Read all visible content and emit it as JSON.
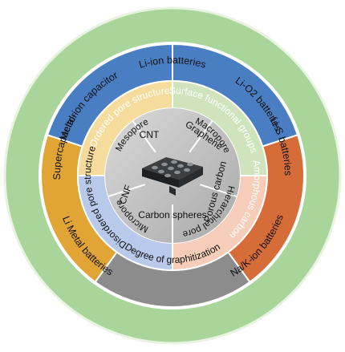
{
  "colors": {
    "outer_ring": "#a9d59a",
    "outer_ring_stroke": "#ffffff",
    "center_disk": "#bdbdbd",
    "blue": "#4a7ec3",
    "gold": "#e0a534",
    "green": "#6aa850",
    "orange": "#d66c38",
    "gray": "#8c8c8c",
    "purple_blue": "#5a6cbf",
    "light_gold": "#f6dc9c",
    "light_green": "#cfe4bd",
    "light_peach": "#f6cdb8",
    "light_blue": "#b9c9ea"
  },
  "outer_applications": [
    "Li-ion batteries",
    "Li-O2 batteries",
    "Li-S batteries",
    "Li Metal batteries",
    "Na/K-ion batteries",
    "Supercapacitor",
    "Metal-ion capacitor"
  ],
  "structure_features": [
    "Surface functional groups",
    "Amorphous carbon",
    "Degree of graphitization",
    "Disordered pore structure",
    "Ordered pore structure"
  ],
  "pore_types": [
    "Macropore",
    "Hierarchical pore",
    "Micropore",
    "Mesopore"
  ],
  "carbon_materials": [
    "CNT",
    "Graphene",
    "Porous carbon",
    "Carbon spheres",
    "CNF"
  ],
  "center_image": "porous-carbon-framework-icon"
}
